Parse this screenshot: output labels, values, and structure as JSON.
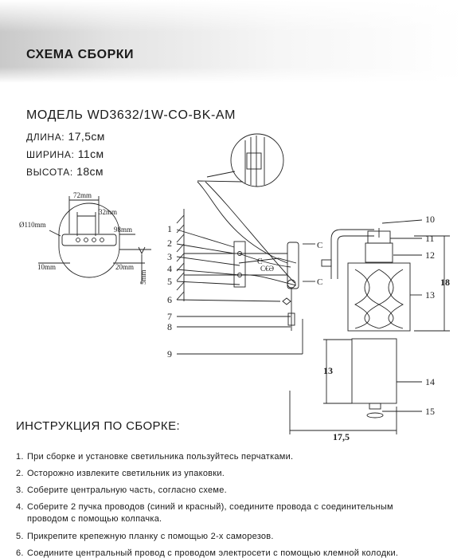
{
  "header": {
    "title": "СХЕМА СБОРКИ"
  },
  "model": {
    "label": "МОДЕЛЬ WD3632/1W-CO-BK-AM"
  },
  "specs": [
    {
      "label": "ДЛИНА:",
      "value": "17,5см"
    },
    {
      "label": "ШИРИНА:",
      "value": "11см"
    },
    {
      "label": "ВЫСОТА:",
      "value": "18см"
    }
  ],
  "bracket_dims": {
    "diameter": "Ø110mm",
    "d72": "72mm",
    "d32": "32mm",
    "d98": "98mm",
    "d10": "10mm",
    "d20": "20mm",
    "d5": "5mm"
  },
  "callouts": [
    "1",
    "2",
    "3",
    "4",
    "5",
    "6",
    "7",
    "8",
    "9",
    "10",
    "11",
    "12",
    "13",
    "14",
    "15"
  ],
  "dimensions": {
    "height": "18",
    "shade_height": "13",
    "length": "17,5"
  },
  "instructions": {
    "title": "ИНСТРУКЦИЯ ПО СБОРКЕ:",
    "steps": [
      {
        "num": "1.",
        "text": "При сборке и установке светильника пользуйтесь перчатками."
      },
      {
        "num": "2.",
        "text": "Осторожно извлеките светильник из упаковки."
      },
      {
        "num": "3.",
        "text": "Соберите центральную часть, согласно схеме."
      },
      {
        "num": "4.",
        "text": "Соберите 2 пучка проводов (синий и красный), соедините провода с соединительным"
      },
      {
        "num": "",
        "text": "проводом с помощью колпачка."
      },
      {
        "num": "5.",
        "text": "Прикрепите крепежную планку с помощью 2-х саморезов."
      },
      {
        "num": "6.",
        "text": "Соедините центральный провод с проводом электросети с помощью клемной колодки."
      }
    ]
  }
}
